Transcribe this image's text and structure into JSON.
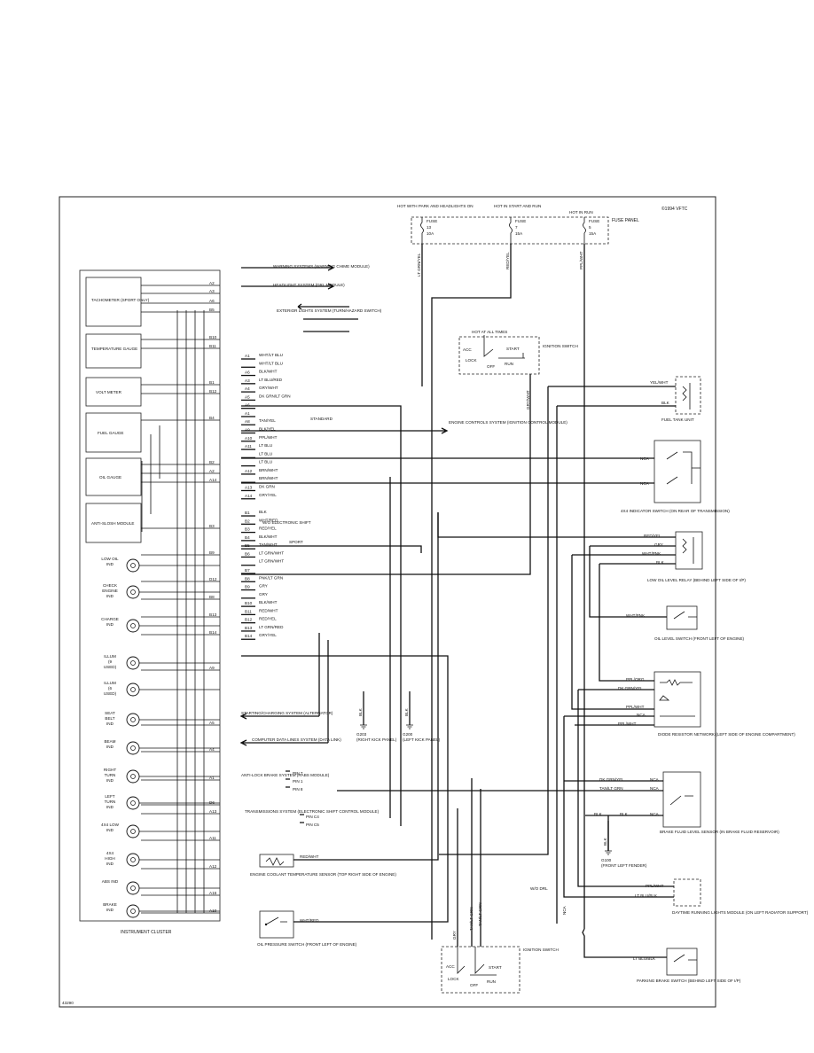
{
  "copyright": "©1994 VFTC",
  "figure_id": "43290",
  "fuses": [
    {
      "hot": "HOT WITH PARK AND HEADLIGHTS ON",
      "name": "FUSE",
      "num": "13",
      "amp": "10A",
      "wire": "LT GRN/YEL"
    },
    {
      "hot": "HOT IN START AND RUN",
      "name": "FUSE",
      "num": "7",
      "amp": "15A",
      "wire": "RED/YEL"
    },
    {
      "hot": "HOT IN RUN",
      "name": "FUSE",
      "num": "5",
      "amp": "15A",
      "wire": "PPL/WHT"
    }
  ],
  "fuse_panel_label": "FUSE PANEL",
  "ignition_top": {
    "hot": "HOT AT ALL TIMES",
    "acc": "ACC",
    "lock": "LOCK",
    "off": "OFF",
    "start": "START",
    "run": "RUN",
    "title": "IGNITION SWITCH",
    "wire": "GRY/WHT"
  },
  "ignition_bottom": {
    "acc": "ACC",
    "lock": "LOCK",
    "off": "OFF",
    "start": "START",
    "run": "RUN",
    "title": "IGNITION SWITCH",
    "wire1": "GRY",
    "wire2": "TAN/LT GRN",
    "wire3": "TAN/LT GRN"
  },
  "cluster": {
    "title": "INSTRUMENT CLUSTER",
    "modules": [
      "TACHOMETER (SPORT ONLY)",
      "TEMPERATURE GAUGE",
      "VOLT METER",
      "FUEL GAUGE",
      "OIL GAUGE",
      "ANTI-SLOSH MODULE"
    ],
    "indicators": [
      "LOW OIL IND",
      "CHECK ENGINE IND",
      "CHARGE IND",
      "ILLUM (9 USED)",
      "ILLUM (6 USED)",
      "SEAT BELT IND",
      "BEAM IND",
      "RIGHT TURN IND",
      "LEFT TURN IND",
      "4X4 LOW IND",
      "4X4 HIGH IND",
      "ABS IND",
      "BRAKE IND"
    ],
    "right_pins": [
      "A2",
      "A3",
      "A6",
      "B5",
      "B10",
      "B11",
      "B1",
      "B12",
      "B4",
      "B2",
      "A2",
      "A14",
      "B3",
      "B9",
      "D12",
      "B8",
      "B13",
      "B14",
      "A9",
      "A5",
      "A4",
      "A1",
      "D6",
      "A13",
      "A11",
      "A12",
      "A16",
      "A10"
    ]
  },
  "connector_rows": [
    {
      "pin": "A1",
      "wire": "WHT/LT BLU"
    },
    {
      "pin": "",
      "wire": "WHT/LT BLU"
    },
    {
      "pin": "A6",
      "wire": "BLK/WHT"
    },
    {
      "pin": "A3",
      "wire": "LT BLU/RED"
    },
    {
      "pin": "A4",
      "wire": "GRY/WHT"
    },
    {
      "pin": "A5",
      "wire": "DK GRN/LT GRN"
    },
    {
      "pin": "A6",
      "wire": ""
    },
    {
      "pin": "A1",
      "wire": ""
    },
    {
      "pin": "A8",
      "wire": "TAN/YEL"
    },
    {
      "pin": "A9",
      "wire": "BLK/YEL"
    },
    {
      "pin": "A10",
      "wire": "PPL/WHT"
    },
    {
      "pin": "A11",
      "wire": "LT BLU"
    },
    {
      "pin": "",
      "wire": "LT BLU"
    },
    {
      "pin": "",
      "wire": "LT BLU"
    },
    {
      "pin": "A12",
      "wire": "BRN/WHT"
    },
    {
      "pin": "",
      "wire": "BRN/WHT"
    },
    {
      "pin": "A13",
      "wire": "DK GRN"
    },
    {
      "pin": "A14",
      "wire": "GRY/YEL"
    },
    {
      "pin": "B1",
      "wire": "BLK"
    },
    {
      "pin": "B2",
      "wire": "WHT/RED"
    },
    {
      "pin": "B3",
      "wire": "RED/YEL"
    },
    {
      "pin": "B4",
      "wire": "BLK/WHT"
    },
    {
      "pin": "B5",
      "wire": "TAN/WHT"
    },
    {
      "pin": "B6",
      "wire": "LT GRN/WHT"
    },
    {
      "pin": "",
      "wire": "LT GRN/WHT"
    },
    {
      "pin": "B7",
      "wire": ""
    },
    {
      "pin": "B8",
      "wire": "PNK/LT GRN"
    },
    {
      "pin": "B9",
      "wire": "GRY"
    },
    {
      "pin": "",
      "wire": "GRY"
    },
    {
      "pin": "B10",
      "wire": "BLK/WHT"
    },
    {
      "pin": "B11",
      "wire": "RED/WHT"
    },
    {
      "pin": "B12",
      "wire": "RED/YEL"
    },
    {
      "pin": "B13",
      "wire": "LT GRN/RED"
    },
    {
      "pin": "B14",
      "wire": "GRY/YEL"
    }
  ],
  "mid_labels": {
    "warning": "WARNING SYSTEMS (WARNING CHIME MODULE)",
    "headlight": "HEADLIGHT SYSTEM (DRL MODULE)",
    "exterior": "EXTERIOR LIGHTS SYSTEM (TURN/HAZARD SWITCH)",
    "standard": "STANDARD",
    "engine_ctrl": "ENGINE CONTROLS SYSTEM (IGNITION CONTROL MODULE)",
    "wo_elec": "W/O ELECTRONIC SHIFT",
    "sport": "SPORT",
    "starting": "STARTING/CHARGING SYSTEM (ALTERNATOR)",
    "computer": "COMPUTER DATA LINES SYSTEM (DATA LINK)",
    "antilock": "ANTI-LOCK BRAKE SYSTEM (RABS MODULE)",
    "antilock_pins": [
      "PIN 7",
      "PIN 1",
      "PIN 8"
    ],
    "trans": "TRANSMISSIONS SYSTEM (ELECTRONIC SHIFT CONTROL MODULE)",
    "trans_pins": [
      "PIN C4",
      "PIN C5"
    ],
    "coolant": "ENGINE COOLANT TEMPERATURE SENSOR (TOP RIGHT SIDE OF ENGINE)",
    "coolant_wire": "RED/WHT",
    "oil_press": "OIL PRESSURE SWITCH (FRONT LEFT OF ENGINE)",
    "oil_press_wire": "WHT/RED"
  },
  "grounds": [
    {
      "wire": "BLK",
      "id": "G203",
      "loc": "(RIGHT KICK PANEL)"
    },
    {
      "wire": "BLK",
      "id": "G200",
      "loc": "(LEFT KICK PANEL)"
    },
    {
      "wire": "BLK",
      "id": "G100",
      "loc": "(FRONT LEFT FENDER)"
    }
  ],
  "right_components": {
    "fuel_tank": {
      "title": "FUEL TANK UNIT",
      "w1": "YEL/WHT",
      "w2": "BLK"
    },
    "indicator_4x4": {
      "title": "4X4 INDICATOR SWITCH (ON REAR OF TRANSMISSION)",
      "w1": "NCA",
      "w2": "NCA"
    },
    "low_oil_relay": {
      "title": "LOW OIL LEVEL RELAY (BEHIND LEFT SIDE OF I/P)",
      "wires": [
        "RED/YEL",
        "GRY",
        "WHT/PNK",
        "BLK"
      ]
    },
    "oil_level": {
      "title": "OIL LEVEL SWITCH (FRONT LEFT OF ENGINE)",
      "wire": "WHT/PNK"
    },
    "diode": {
      "title": "DIODE RESISTOR NETWORK (LEFT SIDE OF ENGINE COMPARTMENT)",
      "wires": [
        "PPL/ORG",
        "DK GRN/YEL",
        "PPL/WHT",
        "NCA",
        "PPL/WHT"
      ]
    },
    "brake_fluid": {
      "title": "BRAKE FLUID LEVEL SENSOR (IN BRAKE FLUID RESERVOIR)",
      "wires": [
        "DK GRN/YEL",
        "TAN/LT GRN",
        "BLK"
      ],
      "nca": [
        "NCA",
        "NCA",
        "NCA"
      ],
      "blk2": "BLK"
    },
    "drl": {
      "title": "DAYTIME RUNNING LIGHTS MODULE (ON LEFT RADIATOR SUPPORT)",
      "wo": "W/O DRL",
      "w1": "PPL/WHT",
      "w2": "LT BLU/BLK",
      "nca": "NCA"
    },
    "parking": {
      "title": "PARKING BRAKE SWITCH (BEHIND LEFT SIDE OF I/P)",
      "wire": "LT BLU/BLK"
    }
  }
}
